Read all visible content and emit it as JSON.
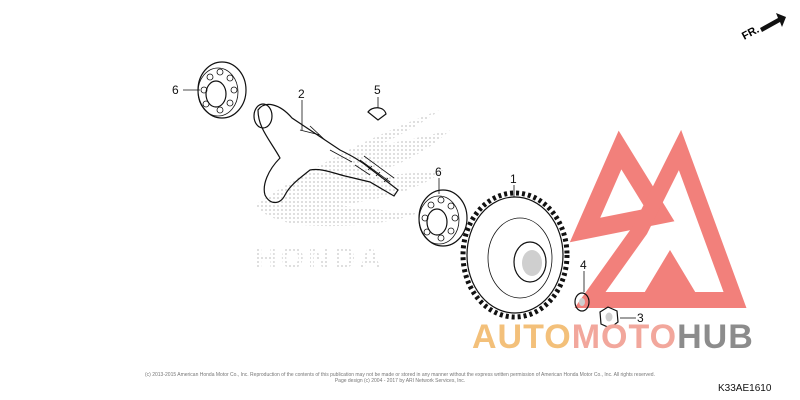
{
  "diagram": {
    "callouts": [
      {
        "id": "part-1",
        "label": "1"
      },
      {
        "id": "part-2",
        "label": "2"
      },
      {
        "id": "part-3",
        "label": "3"
      },
      {
        "id": "part-4",
        "label": "4"
      },
      {
        "id": "part-5",
        "label": "5"
      },
      {
        "id": "part-6a",
        "label": "6"
      },
      {
        "id": "part-6b",
        "label": "6"
      }
    ],
    "direction_label": "FR.",
    "watermark_text": "HONDA",
    "code": "K33AE1610",
    "copyright_line1": "(c) 2013-2015 American Honda Motor Co., Inc. Reproduction of the contents of this publication may not be made or stored in any manner without the express written permission of American Honda Motor Co., Inc. All rights reserved.",
    "copyright_line2": "Page design (c) 2004 - 2017 by ARI Network Services, Inc."
  },
  "brand": {
    "part1": "AUTO",
    "part2": "MOTO",
    "part3": "HUB",
    "colors": {
      "auto": "#f3c07a",
      "moto": "#f2a79c",
      "hub": "#8c8c8c",
      "logo": "#f06a64"
    }
  }
}
